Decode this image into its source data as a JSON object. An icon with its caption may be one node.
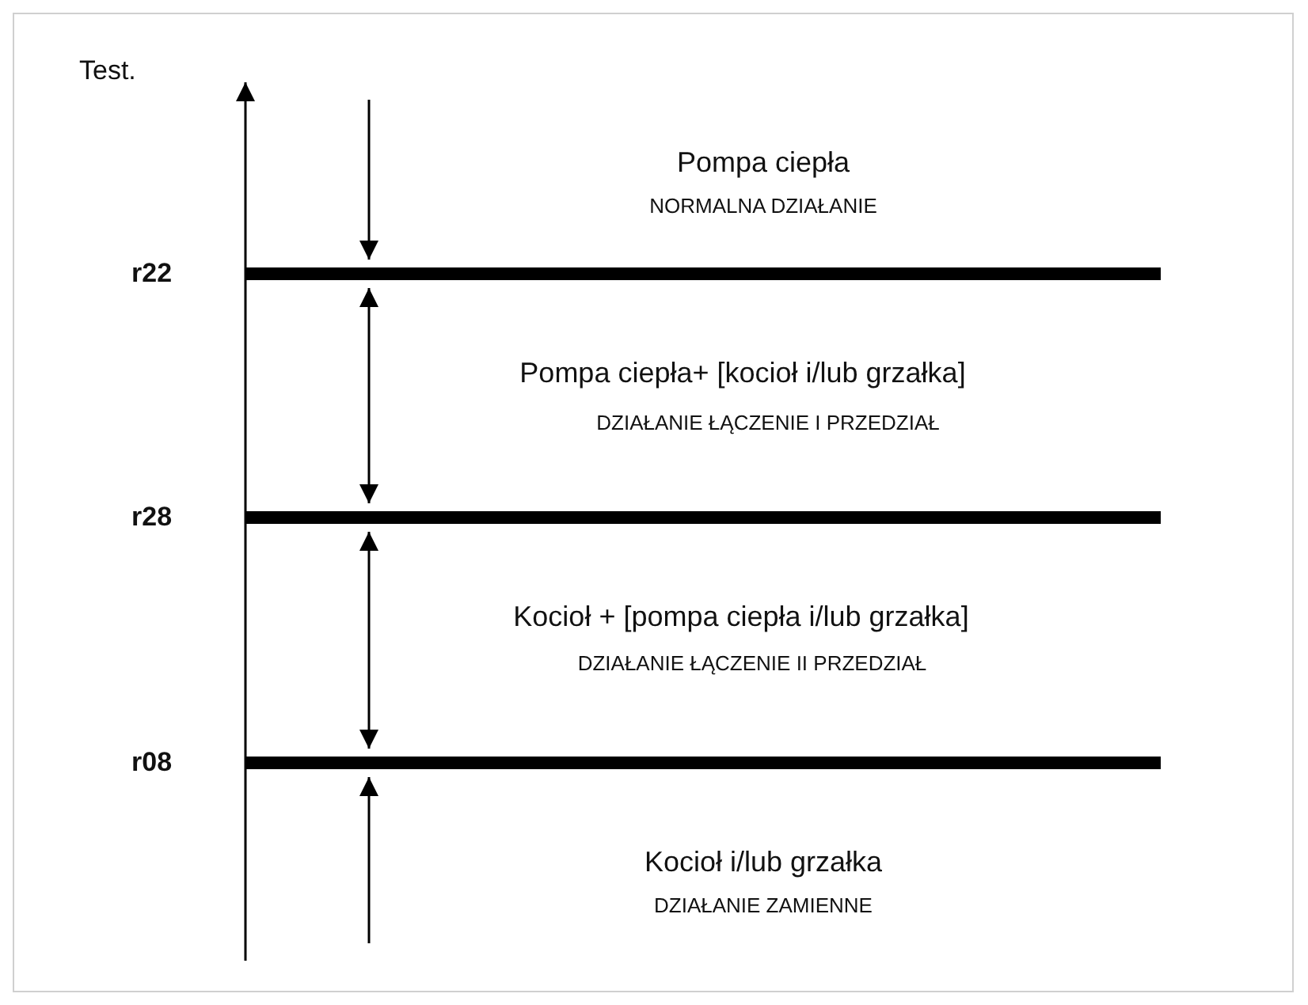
{
  "diagram": {
    "nodes": [
      {
        "text": [],
        "shape": "bar"
      },
      {
        "text": [],
        "shape": "bar"
      },
      {
        "text": [],
        "shape": "bar"
      }
    ],
    "edges": [
      {
        "from": null,
        "to": 0,
        "arrow": "to"
      },
      {
        "from": 0,
        "to": 1,
        "arrow": "both"
      },
      {
        "from": 1,
        "to": 2,
        "arrow": "both"
      },
      {
        "from": null,
        "to": 2,
        "arrow": "to"
      }
    ],
    "labels": [
      "Test.",
      "Pompa ciepła",
      "NORMALNA DZIAŁANIE",
      "r22",
      "Pompa ciepła+ [kocioł i/lub grzałka]",
      "DZIAŁANIE ŁĄCZENIE I PRZEDZIAŁ",
      "r28",
      "Kocioł + [pompa ciepła i/lub grzałka]",
      "DZIAŁANIE ŁĄCZENIE II PRZEDZIAŁ",
      "r08",
      "Kocioł i/lub grzałka",
      "DZIAŁANIE ZAMIENNE"
    ]
  }
}
